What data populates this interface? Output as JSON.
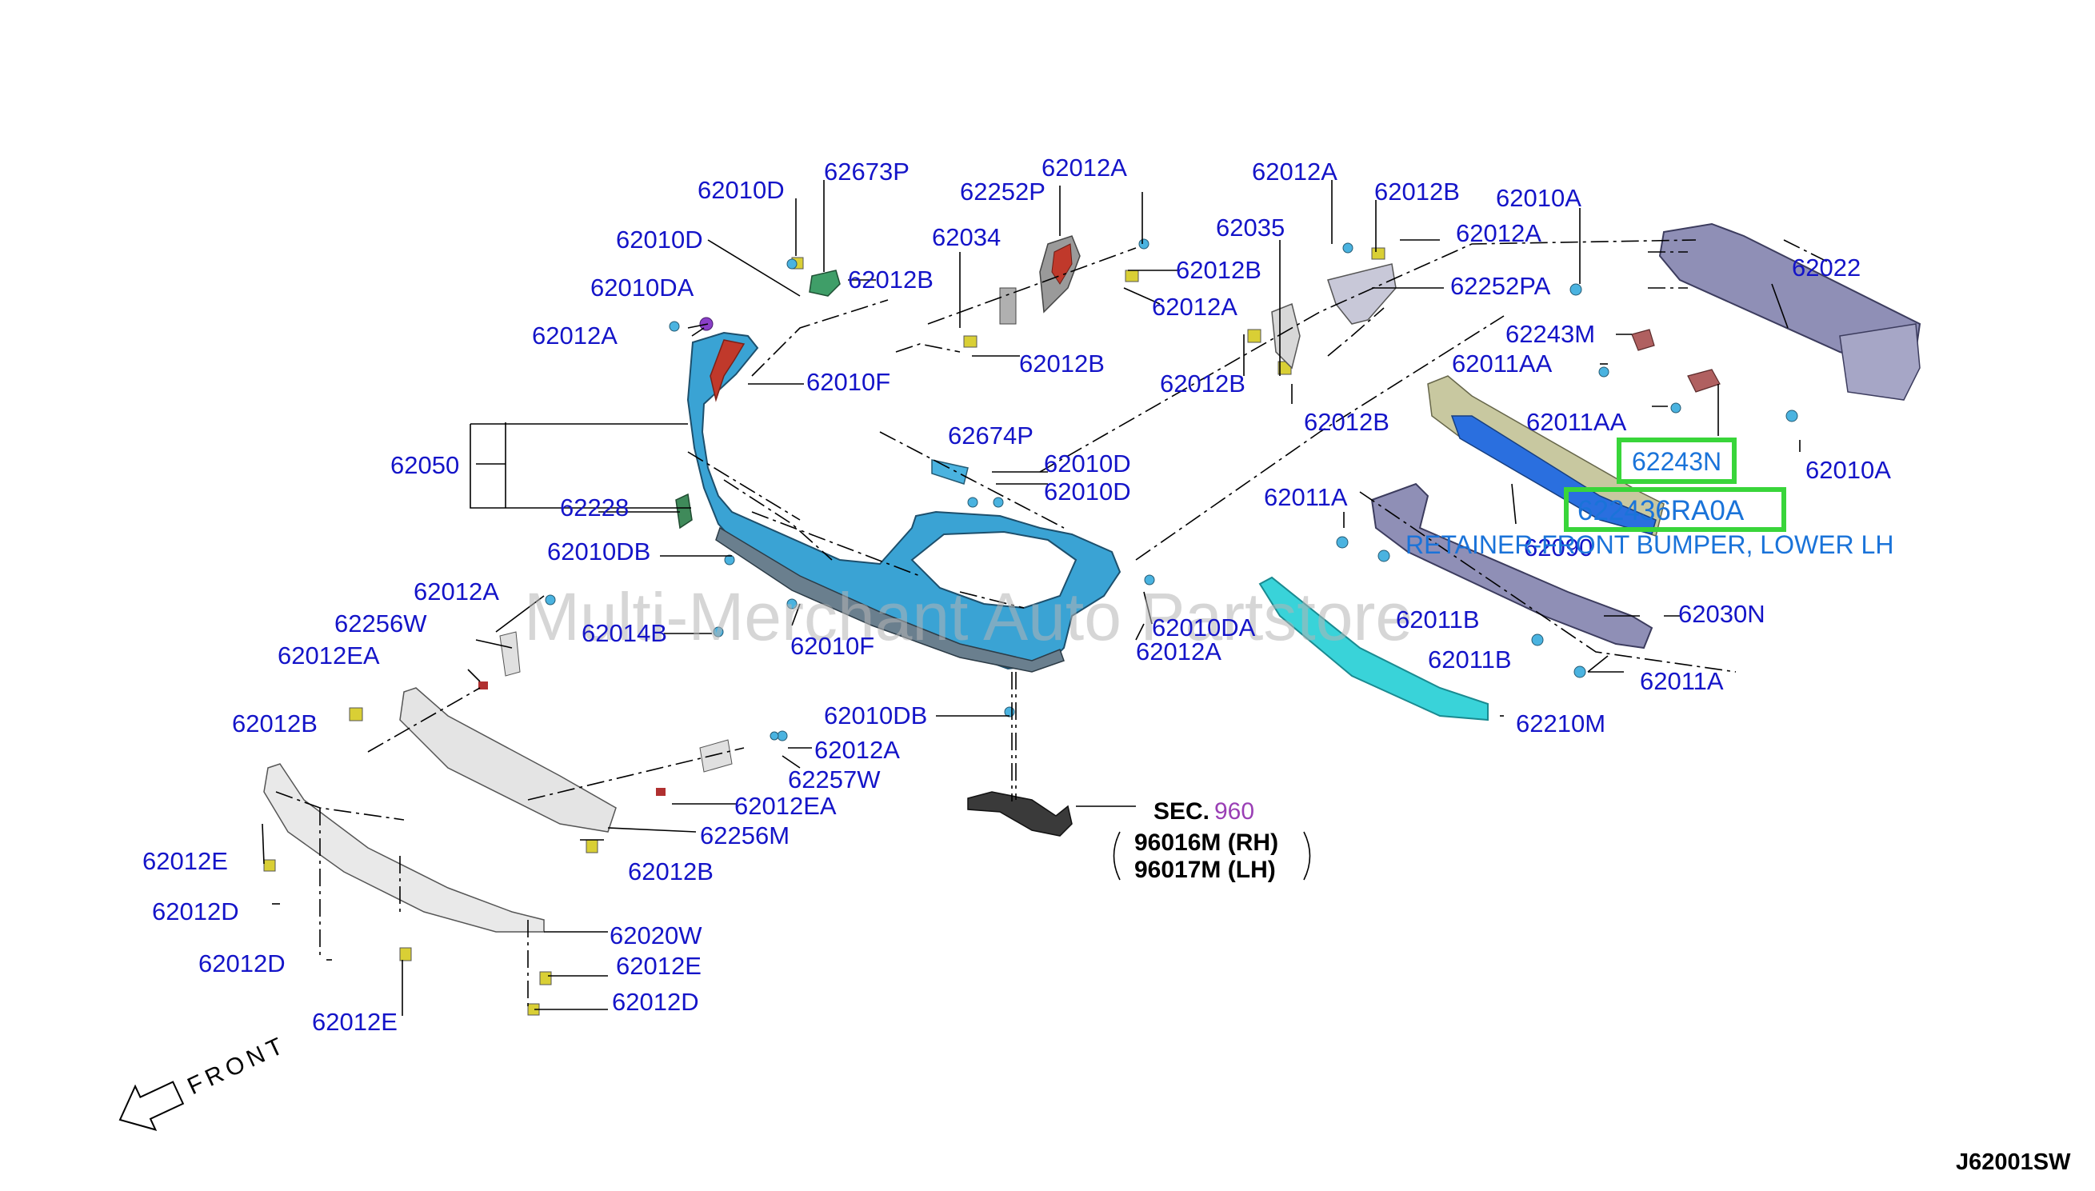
{
  "labels": {
    "l_62010D_a": "62010D",
    "l_62673P": "62673P",
    "l_62010D_b": "62010D",
    "l_62010DA_a": "62010DA",
    "l_62012A_a": "62012A",
    "l_62012B_a": "62012B",
    "l_62010F_a": "62010F",
    "l_62050": "62050",
    "l_62228": "62228",
    "l_62010DB_a": "62010DB",
    "l_62012A_b": "62012A",
    "l_62256W": "62256W",
    "l_62012EA_a": "62012EA",
    "l_62014B": "62014B",
    "l_62010F_b": "62010F",
    "l_62012B_b": "62012B",
    "l_62252P": "62252P",
    "l_62012A_c": "62012A",
    "l_62034": "62034",
    "l_62012B_c": "62012B",
    "l_62012B_d": "62012B",
    "l_62012A_d": "62012A",
    "l_62674P": "62674P",
    "l_62010D_c": "62010D",
    "l_62010D_d": "62010D",
    "l_62010DA_b": "62010DA",
    "l_62012A_e": "62012A",
    "l_62010DB_b": "62010DB",
    "l_62012A_f": "62012A",
    "l_62257W": "62257W",
    "l_62012EA_b": "62012EA",
    "l_62256M": "62256M",
    "l_62012B_e": "62012B",
    "l_62012E_a": "62012E",
    "l_62012D_a": "62012D",
    "l_62012D_b": "62012D",
    "l_62012E_b": "62012E",
    "l_62020W": "62020W",
    "l_62012E_c": "62012E",
    "l_62012D_c": "62012D",
    "l_62012A_g": "62012A",
    "l_62012B_f": "62012B",
    "l_62035": "62035",
    "l_62012A_h": "62012A",
    "l_62252PA": "62252PA",
    "l_62012B_g": "62012B",
    "l_62012B_h": "62012B",
    "l_62010A_a": "62010A",
    "l_62022": "62022",
    "l_62243M": "62243M",
    "l_62011AA_a": "62011AA",
    "l_62011AA_b": "62011AA",
    "l_62010A_b": "62010A",
    "l_62011A_a": "62011A",
    "l_62090": "62090",
    "l_62011B_a": "62011B",
    "l_62011B_b": "62011B",
    "l_62030N": "62030N",
    "l_62011A_b": "62011A",
    "l_62210M": "62210M"
  },
  "highlight": {
    "part_a": "62243N",
    "part_b": "622436RA0A",
    "description": "RETAINER-FRONT BUMPER, LOWER LH"
  },
  "section": {
    "prefix": "SEC.",
    "number": "960",
    "rh": "96016M (RH)",
    "lh": "96017M (LH)"
  },
  "front_label": "FRONT",
  "watermark": "Multi-Merchant Auto Partstore",
  "diagram_code": "J62001SW",
  "colors": {
    "label": "#1414c8",
    "highlight_box": "#39d53a",
    "highlight_text": "#1a73d9",
    "section_number": "#9a3fb5",
    "bumper": "#3aa3d4",
    "beam": "#8f8fb6",
    "watermark": "#b4b4b4"
  }
}
